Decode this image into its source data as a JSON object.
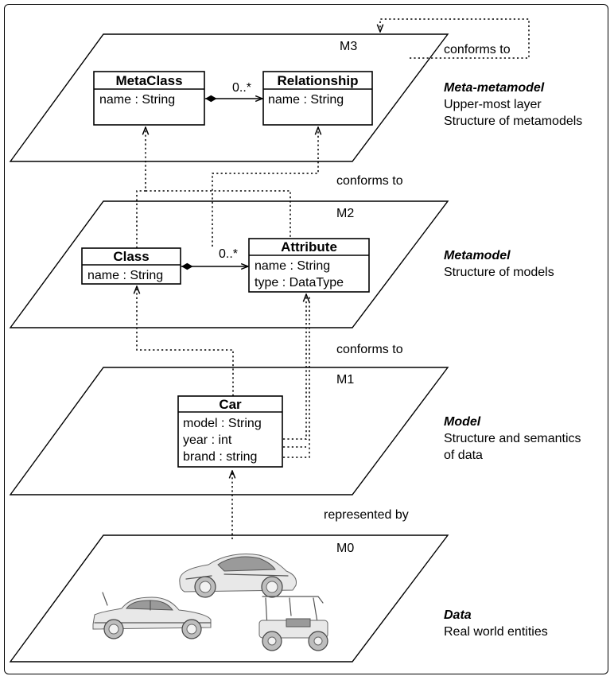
{
  "layers": [
    {
      "id": "M3",
      "name": "Meta-metamodel",
      "desc": [
        "Upper-most layer",
        "Structure of metamodels"
      ]
    },
    {
      "id": "M2",
      "name": "Metamodel",
      "desc": [
        "Structure of models"
      ]
    },
    {
      "id": "M1",
      "name": "Model",
      "desc": [
        "Structure and semantics",
        "of data"
      ]
    },
    {
      "id": "M0",
      "name": "Data",
      "desc": [
        "Real world entities"
      ]
    }
  ],
  "classes": {
    "metaclass": {
      "title": "MetaClass",
      "attrs": [
        "name : String"
      ]
    },
    "relationship": {
      "title": "Relationship",
      "attrs": [
        "name : String"
      ]
    },
    "class": {
      "title": "Class",
      "attrs": [
        "name : String"
      ]
    },
    "attribute": {
      "title": "Attribute",
      "attrs": [
        "name : String",
        "type : DataType"
      ]
    },
    "car": {
      "title": "Car",
      "attrs": [
        "model : String",
        "year : int",
        "brand : string"
      ]
    }
  },
  "multiplicity": {
    "m3": "0..*",
    "m2": "0..*"
  },
  "connectors": {
    "conforms_self": "conforms to",
    "conforms_m2_m3": "conforms to",
    "conforms_m1_m2": "conforms to",
    "represented_by": "represented by"
  },
  "icons": [
    "sports-car-sketch-icon",
    "vintage-car-sketch-icon",
    "golf-cart-sketch-icon"
  ]
}
